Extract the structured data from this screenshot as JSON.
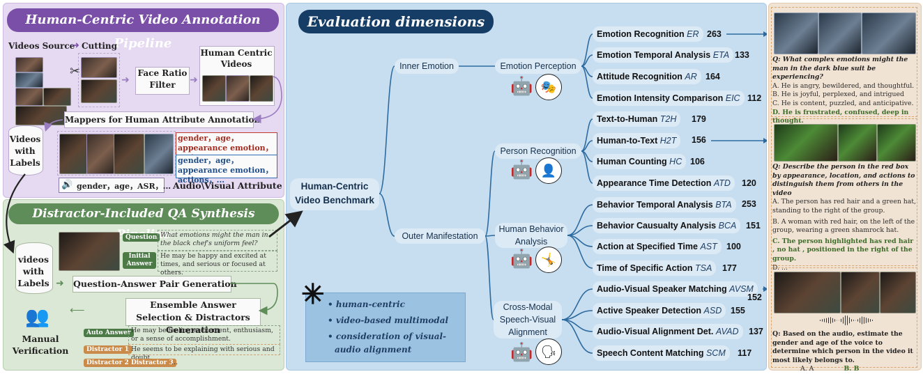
{
  "left_top": {
    "title": "Human-Centric Video Annotation Pipeline",
    "videos_source": "Videos Source",
    "cutting": "Cutting",
    "face_ratio_filter": "Face Ratio Filter",
    "human_centric_videos": "Human Centric Videos",
    "mappers": "Mappers for Human Attribute Annotation",
    "videos_with_labels": "Videos with Labels",
    "attr_red": "gender，age，appearance emotion，actions，...",
    "attr_blue": "gender，age，appearance emotion，actions，...",
    "attr_audio": "gender，age，ASR，...",
    "audio_visual_attribute": "Audio\\Visual Attribute"
  },
  "left_bottom": {
    "title": "Distractor-Included QA Synthesis Pipeline",
    "question_tag": "Question",
    "question_text": "What emotions might the man in the black chef's uniform feel?",
    "initial_answer_tag": "Initial Answer",
    "initial_answer_text": "He may be happy and excited at times, and serious or focused at others.",
    "videos_with_labels": "videos with Labels",
    "qa_generation": "Question-Answer Pair Generation",
    "ensemble": "Ensemble Answer Selection & Distractors Generation",
    "manual_verification": "Manual Verification",
    "auto_answer_tag": "Auto Answer",
    "auto_answer_text": "He may be feeling excitement, enthusiasm, or a sense of accomplishment.",
    "distractor1_tag": "Distractor 1",
    "distractor1_text": "He seems to be explaining with serious and doubt.",
    "distractor2_tag": "Distractor 2",
    "distractor3_tag": "Distractor 3",
    "ellipsis": "..."
  },
  "middle": {
    "title": "Evaluation dimensions",
    "root": "Human-Centric Video Benchmark",
    "inner_emotion": "Inner Emotion",
    "outer_manifestation": "Outer Manifestation",
    "groups": {
      "emotion_perception": "Emotion Perception",
      "person_recognition": "Person Recognition",
      "human_behavior": "Human Behavior Analysis",
      "cross_modal": "Cross-Modal Speech-Visual Alignment"
    },
    "leaves": [
      {
        "name": "Emotion Recognition",
        "abbr": "ER",
        "count": "263"
      },
      {
        "name": "Emotion Temporal Analysis",
        "abbr": "ETA",
        "count": "133"
      },
      {
        "name": "Attitude Recognition",
        "abbr": "AR",
        "count": "164"
      },
      {
        "name": "Emotion Intensity Comparison",
        "abbr": "EIC",
        "count": "112"
      },
      {
        "name": "Text-to-Human",
        "abbr": "T2H",
        "count": "179"
      },
      {
        "name": "Human-to-Text",
        "abbr": "H2T",
        "count": "156"
      },
      {
        "name": "Human Counting",
        "abbr": "HC",
        "count": "106"
      },
      {
        "name": "Appearance Time Detection",
        "abbr": "ATD",
        "count": "120"
      },
      {
        "name": "Behavior Temporal Analysis",
        "abbr": "BTA",
        "count": "253"
      },
      {
        "name": "Behavior Causualty Analysis",
        "abbr": "BCA",
        "count": "151"
      },
      {
        "name": "Action at Specified Time",
        "abbr": "AST",
        "count": "100"
      },
      {
        "name": "Time of Specific Action",
        "abbr": "TSA",
        "count": "177"
      },
      {
        "name": "Audio-Visual Speaker Matching",
        "abbr": "AVSM",
        "count": "152"
      },
      {
        "name": "Active Speaker Detection",
        "abbr": "ASD",
        "count": "155"
      },
      {
        "name": "Audio-Visual Alignment Det.",
        "abbr": "AVAD",
        "count": "137"
      },
      {
        "name": "Speech Content Matching",
        "abbr": "SCM",
        "count": "117"
      }
    ],
    "features": [
      "human-centric",
      "video-based multimodal",
      "consideration of visual-audio alignment"
    ]
  },
  "right": {
    "q1": "Q: What complex emotions might the man in the dark blue suit be experiencing?",
    "q1_a": "A. He is angry, bewildered, and thoughtful.",
    "q1_b": "B. He is joyful, perplexed, and intrigued",
    "q1_c": "C. He is content, puzzled, and anticipative.",
    "q1_d": "D. He is frustrated, confused, deep in thought.",
    "q2": "Q: Describe the person in the red box by appearance, location, and actions to distinguish them from others in the video",
    "q2_a": "A. The person has red hair and a green hat, standing to the right of the group.",
    "q2_b": "B. A woman with red hair, on the left of the group, wearing a green shamrock hat.",
    "q2_c": "C. The person highlighted has red hair , no hat , positioned in the right of the group.",
    "q2_d": "D. ...",
    "q3": "Q: Based on the audio, estimate the gender and age of the voice to determine which person in the video it most likely belongs to.",
    "q3_a": "A. A",
    "q3_b": "B. B"
  },
  "colors": {
    "purple_banner": "#7a4fa8",
    "green_banner": "#5f8d5a",
    "navy_banner": "#163d66",
    "tree_line": "#2d6a9f",
    "answer_green": "#3d6b2a",
    "distractor_orange": "#c98a4a"
  }
}
